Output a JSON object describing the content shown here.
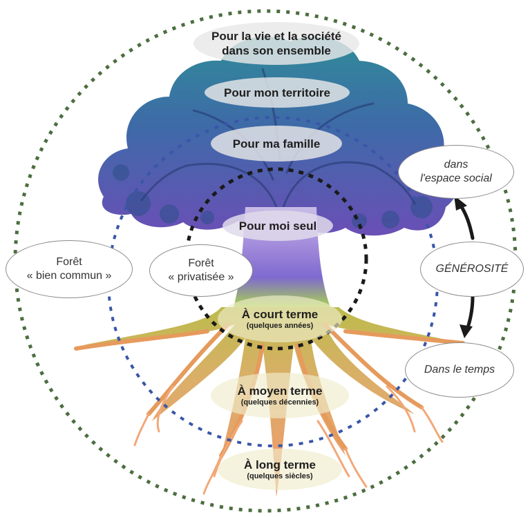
{
  "tree_levels": [
    {
      "line1": "Pour la vie et la société",
      "line2": "dans son ensemble"
    },
    {
      "line1": "Pour mon territoire"
    },
    {
      "line1": "Pour ma famille"
    },
    {
      "line1": "Pour moi seul"
    }
  ],
  "root_levels": [
    {
      "title": "À court terme",
      "subtitle": "(quelques années)"
    },
    {
      "title": "À moyen terme",
      "subtitle": "(quelques décennies)"
    },
    {
      "title": "À long terme",
      "subtitle": "(quelques siècles)"
    }
  ],
  "forests": {
    "common": {
      "line1": "Forêt",
      "line2": "« bien commun »"
    },
    "private": {
      "line1": "Forêt",
      "line2": "« privatisée »"
    }
  },
  "generosity": {
    "label": "GÉNÉROSITÉ",
    "social": {
      "line1": "dans",
      "line2": "l'espace social"
    },
    "time": "Dans le temps"
  },
  "colors": {
    "outer_ring": "#4c6e3f",
    "middle_ring": "#3a56a8",
    "inner_ring": "#1a1a1a",
    "canopy_top": "#2f7f93",
    "canopy_bottom": "#6250b4",
    "trunk_bottom": "#9ec94c",
    "roots_top": "#b8b848",
    "roots_bottom": "#f0a070"
  }
}
